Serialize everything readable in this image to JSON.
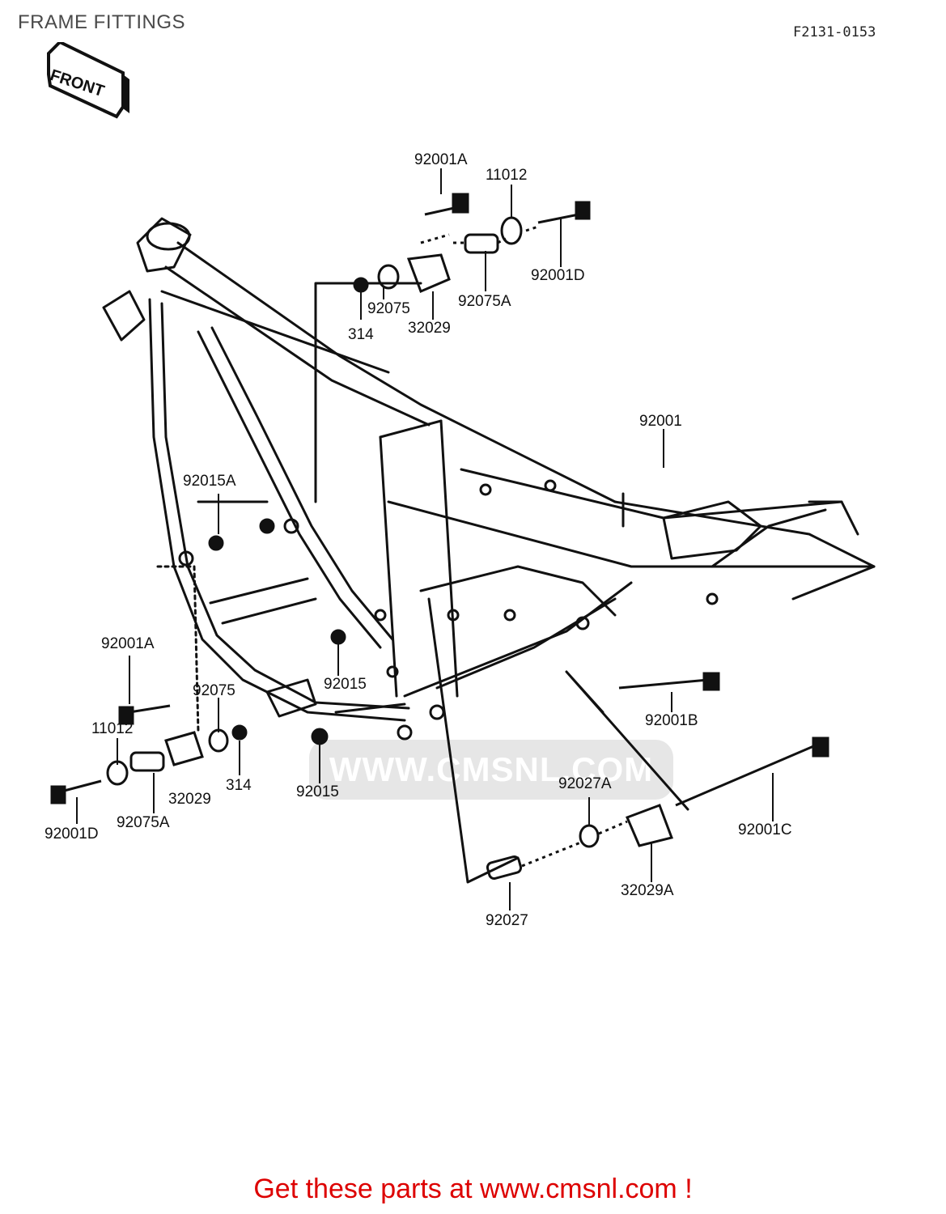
{
  "header": {
    "title": "FRAME FITTINGS",
    "code": "F2131-0153"
  },
  "arrow": {
    "label": "FRONT"
  },
  "watermark": {
    "text": "WWW.CMSNL.COM"
  },
  "footer": {
    "text": "Get these parts at www.cmsnl.com !"
  },
  "parts": [
    "92001A",
    "11012",
    "92001D",
    "92075A",
    "92075",
    "32029",
    "314",
    "92001",
    "92015A",
    "92001A",
    "92075",
    "11012",
    "314",
    "32029",
    "92075A",
    "92001D",
    "92015",
    "92015",
    "92001B",
    "92027A",
    "92001C",
    "32029A",
    "92027"
  ]
}
